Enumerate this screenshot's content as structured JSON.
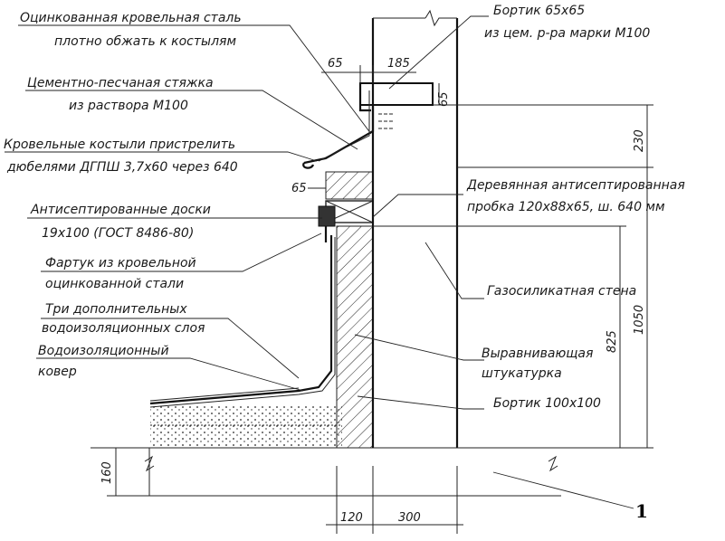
{
  "labels": {
    "l1a": "Оцинкованная кровельная сталь",
    "l1b": "плотно обжать к костылям",
    "l2a": "Цементно-песчаная стяжка",
    "l2b": "из раствора М100",
    "l3a": "Кровельные костыли пристрелить",
    "l3b": "дюбелями ДГПШ 3,7х60 через 640",
    "l4a": "Антисептированные доски",
    "l4b": "19х100 (ГОСТ 8486-80)",
    "l5a": "Фартук из кровельной",
    "l5b": "оцинкованной стали",
    "l6a": "Три дополнительных",
    "l6b": "водоизоляционных слоя",
    "l7a": "Водоизоляционный",
    "l7b": "ковер",
    "r1a": "Бортик 65х65",
    "r1b": "из цем. р-ра марки М100",
    "r2a": "Деревянная антисептированная",
    "r2b": "пробка 120х88х65, ш. 640 мм",
    "r3": "Газосиликатная стена",
    "r4a": "Выравнивающая",
    "r4b": "штукатурка",
    "r5": "Бортик 100х100"
  },
  "dimensions": {
    "d65top": "65",
    "d185": "185",
    "d65mid": "65",
    "d65right": "65",
    "d230": "230",
    "d825": "825",
    "d1050": "1050",
    "d160": "160",
    "d120": "120",
    "d300": "300"
  },
  "marker": "1"
}
